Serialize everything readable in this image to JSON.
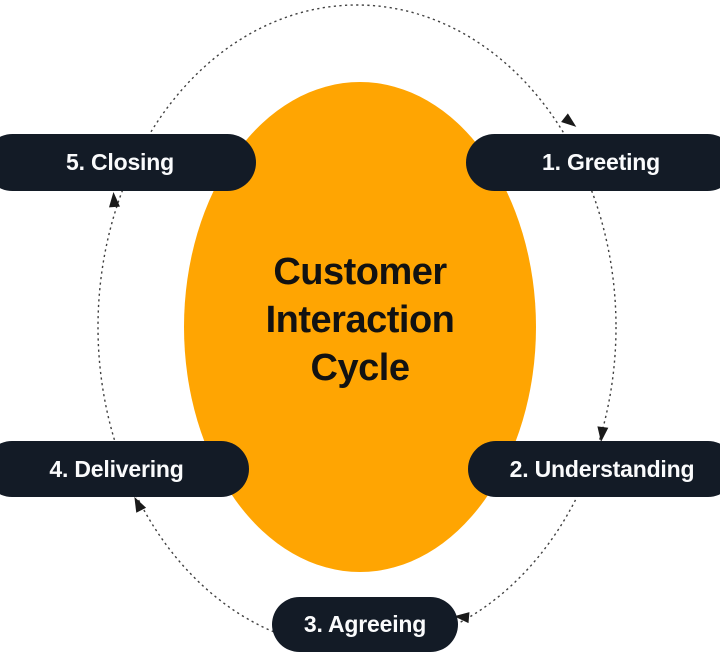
{
  "diagram": {
    "center": {
      "title_lines": [
        "Customer",
        "Interaction",
        "Cycle"
      ]
    },
    "stages": [
      {
        "id": 1,
        "label": "1. Greeting",
        "position": "top-right"
      },
      {
        "id": 2,
        "label": "2. Understanding",
        "position": "right"
      },
      {
        "id": 3,
        "label": "3. Agreeing",
        "position": "bottom"
      },
      {
        "id": 4,
        "label": "4. Delivering",
        "position": "left"
      },
      {
        "id": 5,
        "label": "5. Closing",
        "position": "top-left"
      }
    ],
    "flow_direction": "clockwise",
    "connector_style": "dotted-dashed-ellipse-with-arrowheads",
    "colors": {
      "background": "#FFFFFF",
      "center_fill": "#FFA502",
      "title_text": "#121212",
      "pill_fill": "#131B26",
      "pill_text": "#FAFBFC",
      "dash_stroke": "#404040",
      "arrow_fill": "#1A1A1A"
    }
  }
}
